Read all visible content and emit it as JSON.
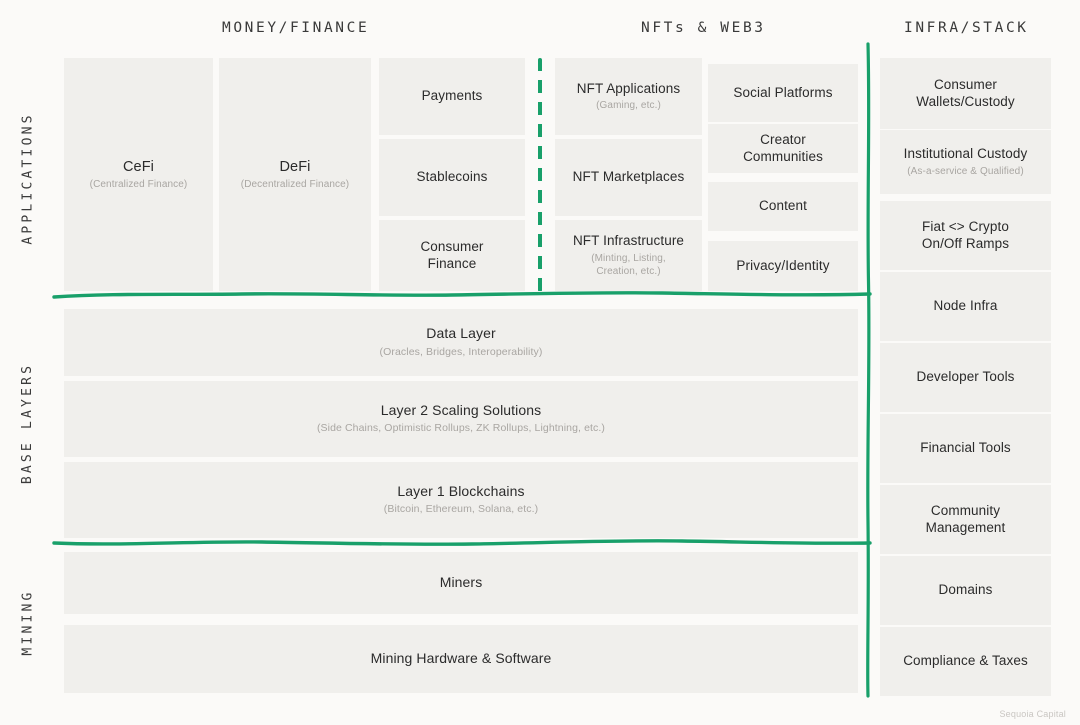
{
  "meta": {
    "accent_green": "#19a06a",
    "block_fill": "#f0efec",
    "background": "#fbfaf8",
    "footer_credit": "Sequoia Capital"
  },
  "column_headers": [
    {
      "label": "MONEY/FINANCE"
    },
    {
      "label": "NFTs & WEB3"
    },
    {
      "label": "INFRA/STACK"
    }
  ],
  "row_labels": [
    {
      "label": "APPLICATIONS"
    },
    {
      "label": "BASE LAYERS"
    },
    {
      "label": "MINING"
    }
  ],
  "applications": {
    "money_finance": [
      {
        "title": "CeFi",
        "subtitle": "(Centralized Finance)"
      },
      {
        "title": "DeFi",
        "subtitle": "(Decentralized Finance)"
      },
      {
        "title": "Payments",
        "subtitle": ""
      },
      {
        "title": "Stablecoins",
        "subtitle": ""
      },
      {
        "title": "Consumer\nFinance",
        "subtitle": ""
      }
    ],
    "nfts_web3": [
      {
        "title": "NFT Applications",
        "subtitle": "(Gaming, etc.)"
      },
      {
        "title": "NFT Marketplaces",
        "subtitle": ""
      },
      {
        "title": "NFT Infrastructure",
        "subtitle": "(Minting, Listing,\nCreation, etc.)"
      },
      {
        "title": "Social Platforms",
        "subtitle": ""
      },
      {
        "title": "Creator\nCommunities",
        "subtitle": ""
      },
      {
        "title": "Content",
        "subtitle": ""
      },
      {
        "title": "Privacy/Identity",
        "subtitle": ""
      }
    ]
  },
  "base_layers": [
    {
      "title": "Data Layer",
      "subtitle": "(Oracles, Bridges, Interoperability)"
    },
    {
      "title": "Layer 2 Scaling Solutions",
      "subtitle": "(Side Chains, Optimistic Rollups, ZK Rollups, Lightning, etc.)"
    },
    {
      "title": "Layer 1 Blockchains",
      "subtitle": "(Bitcoin, Ethereum, Solana, etc.)"
    }
  ],
  "mining": [
    {
      "title": "Miners",
      "subtitle": ""
    },
    {
      "title": "Mining Hardware & Software",
      "subtitle": ""
    }
  ],
  "infra_stack": [
    {
      "title": "Consumer\nWallets/Custody",
      "subtitle": ""
    },
    {
      "title": "Institutional Custody",
      "subtitle": "(As-a-service & Qualified)"
    },
    {
      "title": "Fiat <> Crypto\nOn/Off Ramps",
      "subtitle": ""
    },
    {
      "title": "Node Infra",
      "subtitle": ""
    },
    {
      "title": "Developer Tools",
      "subtitle": ""
    },
    {
      "title": "Financial Tools",
      "subtitle": ""
    },
    {
      "title": "Community\nManagement",
      "subtitle": ""
    },
    {
      "title": "Domains",
      "subtitle": ""
    },
    {
      "title": "Compliance & Taxes",
      "subtitle": ""
    }
  ]
}
